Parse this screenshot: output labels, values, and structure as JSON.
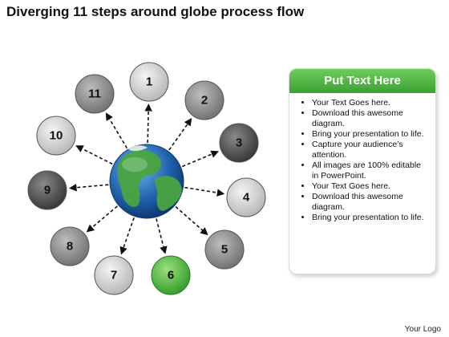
{
  "title": "Diverging 11 steps around globe process flow",
  "steps": [
    "1",
    "2",
    "3",
    "4",
    "5",
    "6",
    "7",
    "8",
    "9",
    "10",
    "11"
  ],
  "highlight_step": "6",
  "colors": {
    "highlight": "#3fae2f",
    "header_green": "#4cb33f",
    "globe_ocean": "#1d5fa8",
    "land": "#3f9a3a"
  },
  "card": {
    "header": "Put Text Here",
    "bullets": [
      "Your Text Goes here.",
      "Download this awesome diagram.",
      "Bring your presentation to life.",
      "Capture your audience’s attention.",
      "All images are 100% editable in PowerPoint.",
      "Your Text Goes here.",
      "Download this awesome diagram.",
      "Bring your presentation to life."
    ]
  },
  "logo": "Your Logo",
  "icons": [
    "globe-icon",
    "arrow-icon"
  ]
}
